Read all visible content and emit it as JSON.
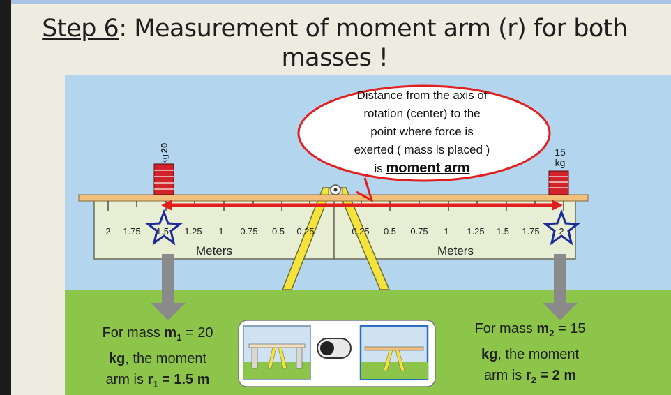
{
  "title": {
    "step": "Step 6",
    "rest": ": Measurement of moment arm (r) for both masses !"
  },
  "callout": {
    "line1": "Distance from the axis of",
    "line2": "rotation (center) to the",
    "line3": "point where force is",
    "line4": "exerted ( mass  is placed )",
    "line5": "is",
    "line5_bold": "moment arm"
  },
  "masses": {
    "left": {
      "value": "20",
      "unit": "kg"
    },
    "right": {
      "value": "15",
      "unit": "kg"
    }
  },
  "scale": {
    "left_ticks": [
      "2",
      "1.75",
      "1.5",
      "1.25",
      "1",
      "0.75",
      "0.5",
      "0.25"
    ],
    "right_ticks": [
      "0.25",
      "0.5",
      "0.75",
      "1",
      "1.25",
      "1.5",
      "1.75",
      "2"
    ],
    "unit_label": "Meters"
  },
  "mass1_text": {
    "t1": "For mass ",
    "b1": "m",
    "sub1": "1",
    "t2": " = 20",
    "b2": "kg",
    "t3": ", the moment",
    "t4": "arm is ",
    "b3": "r",
    "sub2": "1",
    "b4": " = 1.5 m"
  },
  "mass2_text": {
    "t1": "For mass ",
    "b1": "m",
    "sub1": "2",
    "t2": " = 15",
    "b2": "kg",
    "t3": ", the moment",
    "t4": "arm is ",
    "b3": "r",
    "sub2": "2",
    "b4": " = 2 m"
  },
  "colors": {
    "sky": "#b4d5ee",
    "grass": "#8cc54a",
    "plank": "#f2c07a",
    "stand": "#e8eed4",
    "mass_red": "#d2232a",
    "arrow_red": "#e21e1e",
    "star_blue": "#1d2a9a",
    "support_yellow": "#f4e33b"
  }
}
